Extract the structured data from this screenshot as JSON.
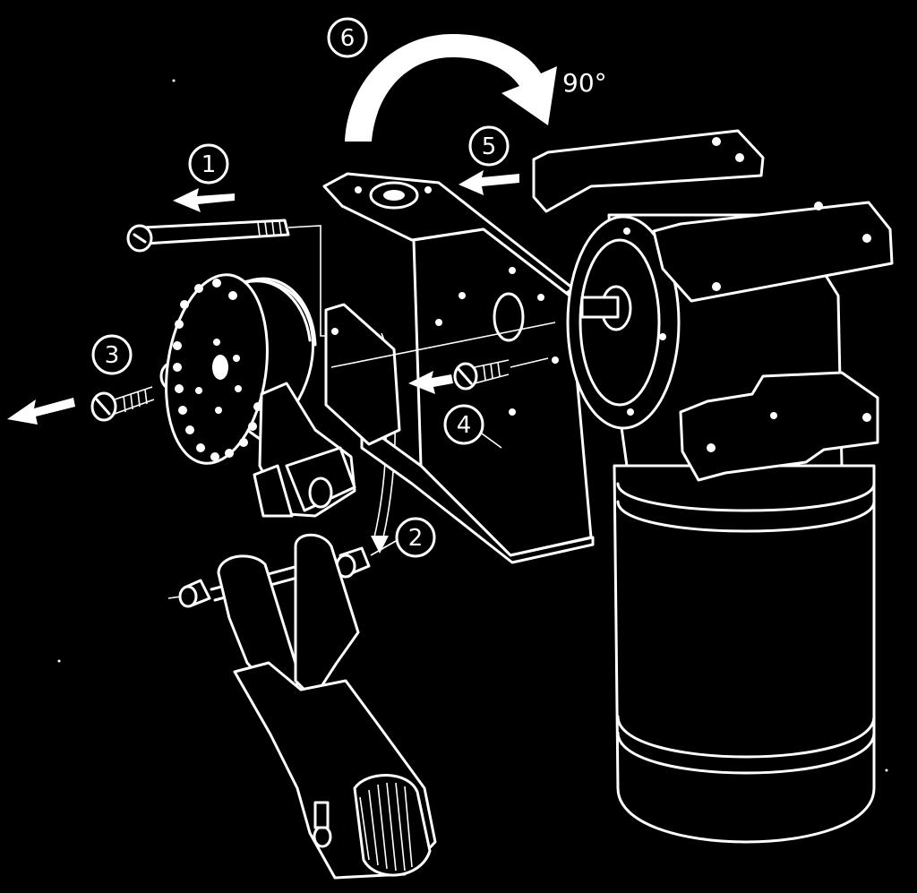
{
  "callouts": {
    "c1": "1",
    "c2": "2",
    "c3": "3",
    "c4": "4",
    "c5": "5",
    "c6": "6"
  },
  "rotation_label": "90°",
  "colors": {
    "background": "#000000",
    "line": "#ffffff"
  }
}
